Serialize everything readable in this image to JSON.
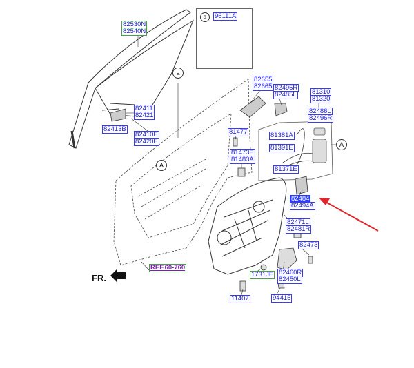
{
  "legend": {
    "marker": "a",
    "part": "96111A"
  },
  "orientation_label": "FR.",
  "callouts": {
    "circle_a1": "a",
    "circle_a2": "A",
    "circle_a3": "A"
  },
  "parts": {
    "p82530N": "82530N",
    "p82540N": "82540N",
    "p82411": "82411",
    "p82421": "82421",
    "p82413B": "82413B",
    "p82410E": "82410E",
    "p82420E": "82420E",
    "p82655": "82655",
    "p82665": "82665",
    "p82495R": "82495R",
    "p82485L": "82485L",
    "p81310": "81310",
    "p81320": "81320",
    "p82486L": "82486L",
    "p82496R": "82496R",
    "p81477": "81477",
    "p81381A": "81381A",
    "p81391E": "81391E",
    "p81473E": "81473E",
    "p81483A": "81483A",
    "p81371E": "81371E",
    "p82484": "82484",
    "p82494A": "82494A",
    "p82471L": "82471L",
    "p82481R": "82481R",
    "p82473": "82473",
    "ref": "REF.60-760",
    "p1731JE": "1731JE",
    "p82460R": "82460R",
    "p82450L": "82450L",
    "p11407": "11407",
    "p94415": "94415"
  }
}
